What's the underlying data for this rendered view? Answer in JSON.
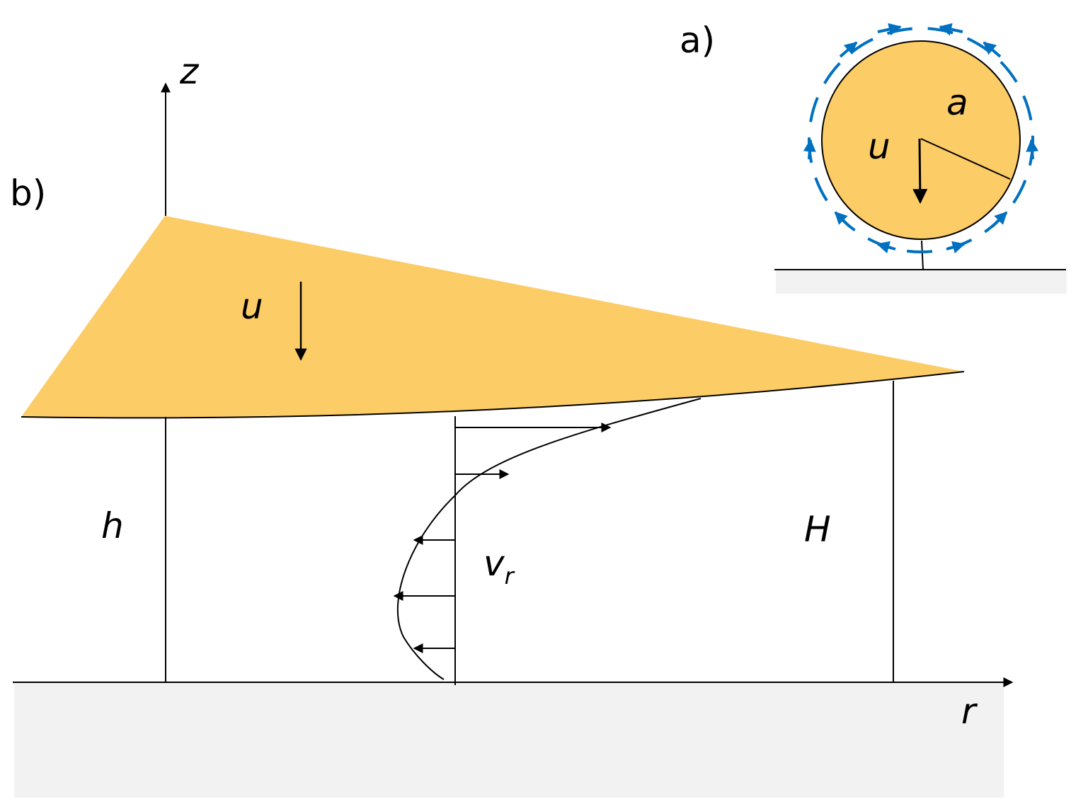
{
  "colors": {
    "body_fill": "#FCCC66",
    "substrate": "#F2F2F2",
    "flow_arrows": "#0070C0",
    "line": "#000000"
  },
  "panel_a": {
    "label": "a)",
    "radius_label": "a",
    "velocity_label": "u"
  },
  "panel_b": {
    "label": "b)",
    "z_axis_label": "z",
    "r_axis_label": "r",
    "velocity_label": "u",
    "gap_center_label": "h",
    "gap_edge_label": "H",
    "radial_velocity_label": "v",
    "radial_velocity_subscript": "r"
  }
}
